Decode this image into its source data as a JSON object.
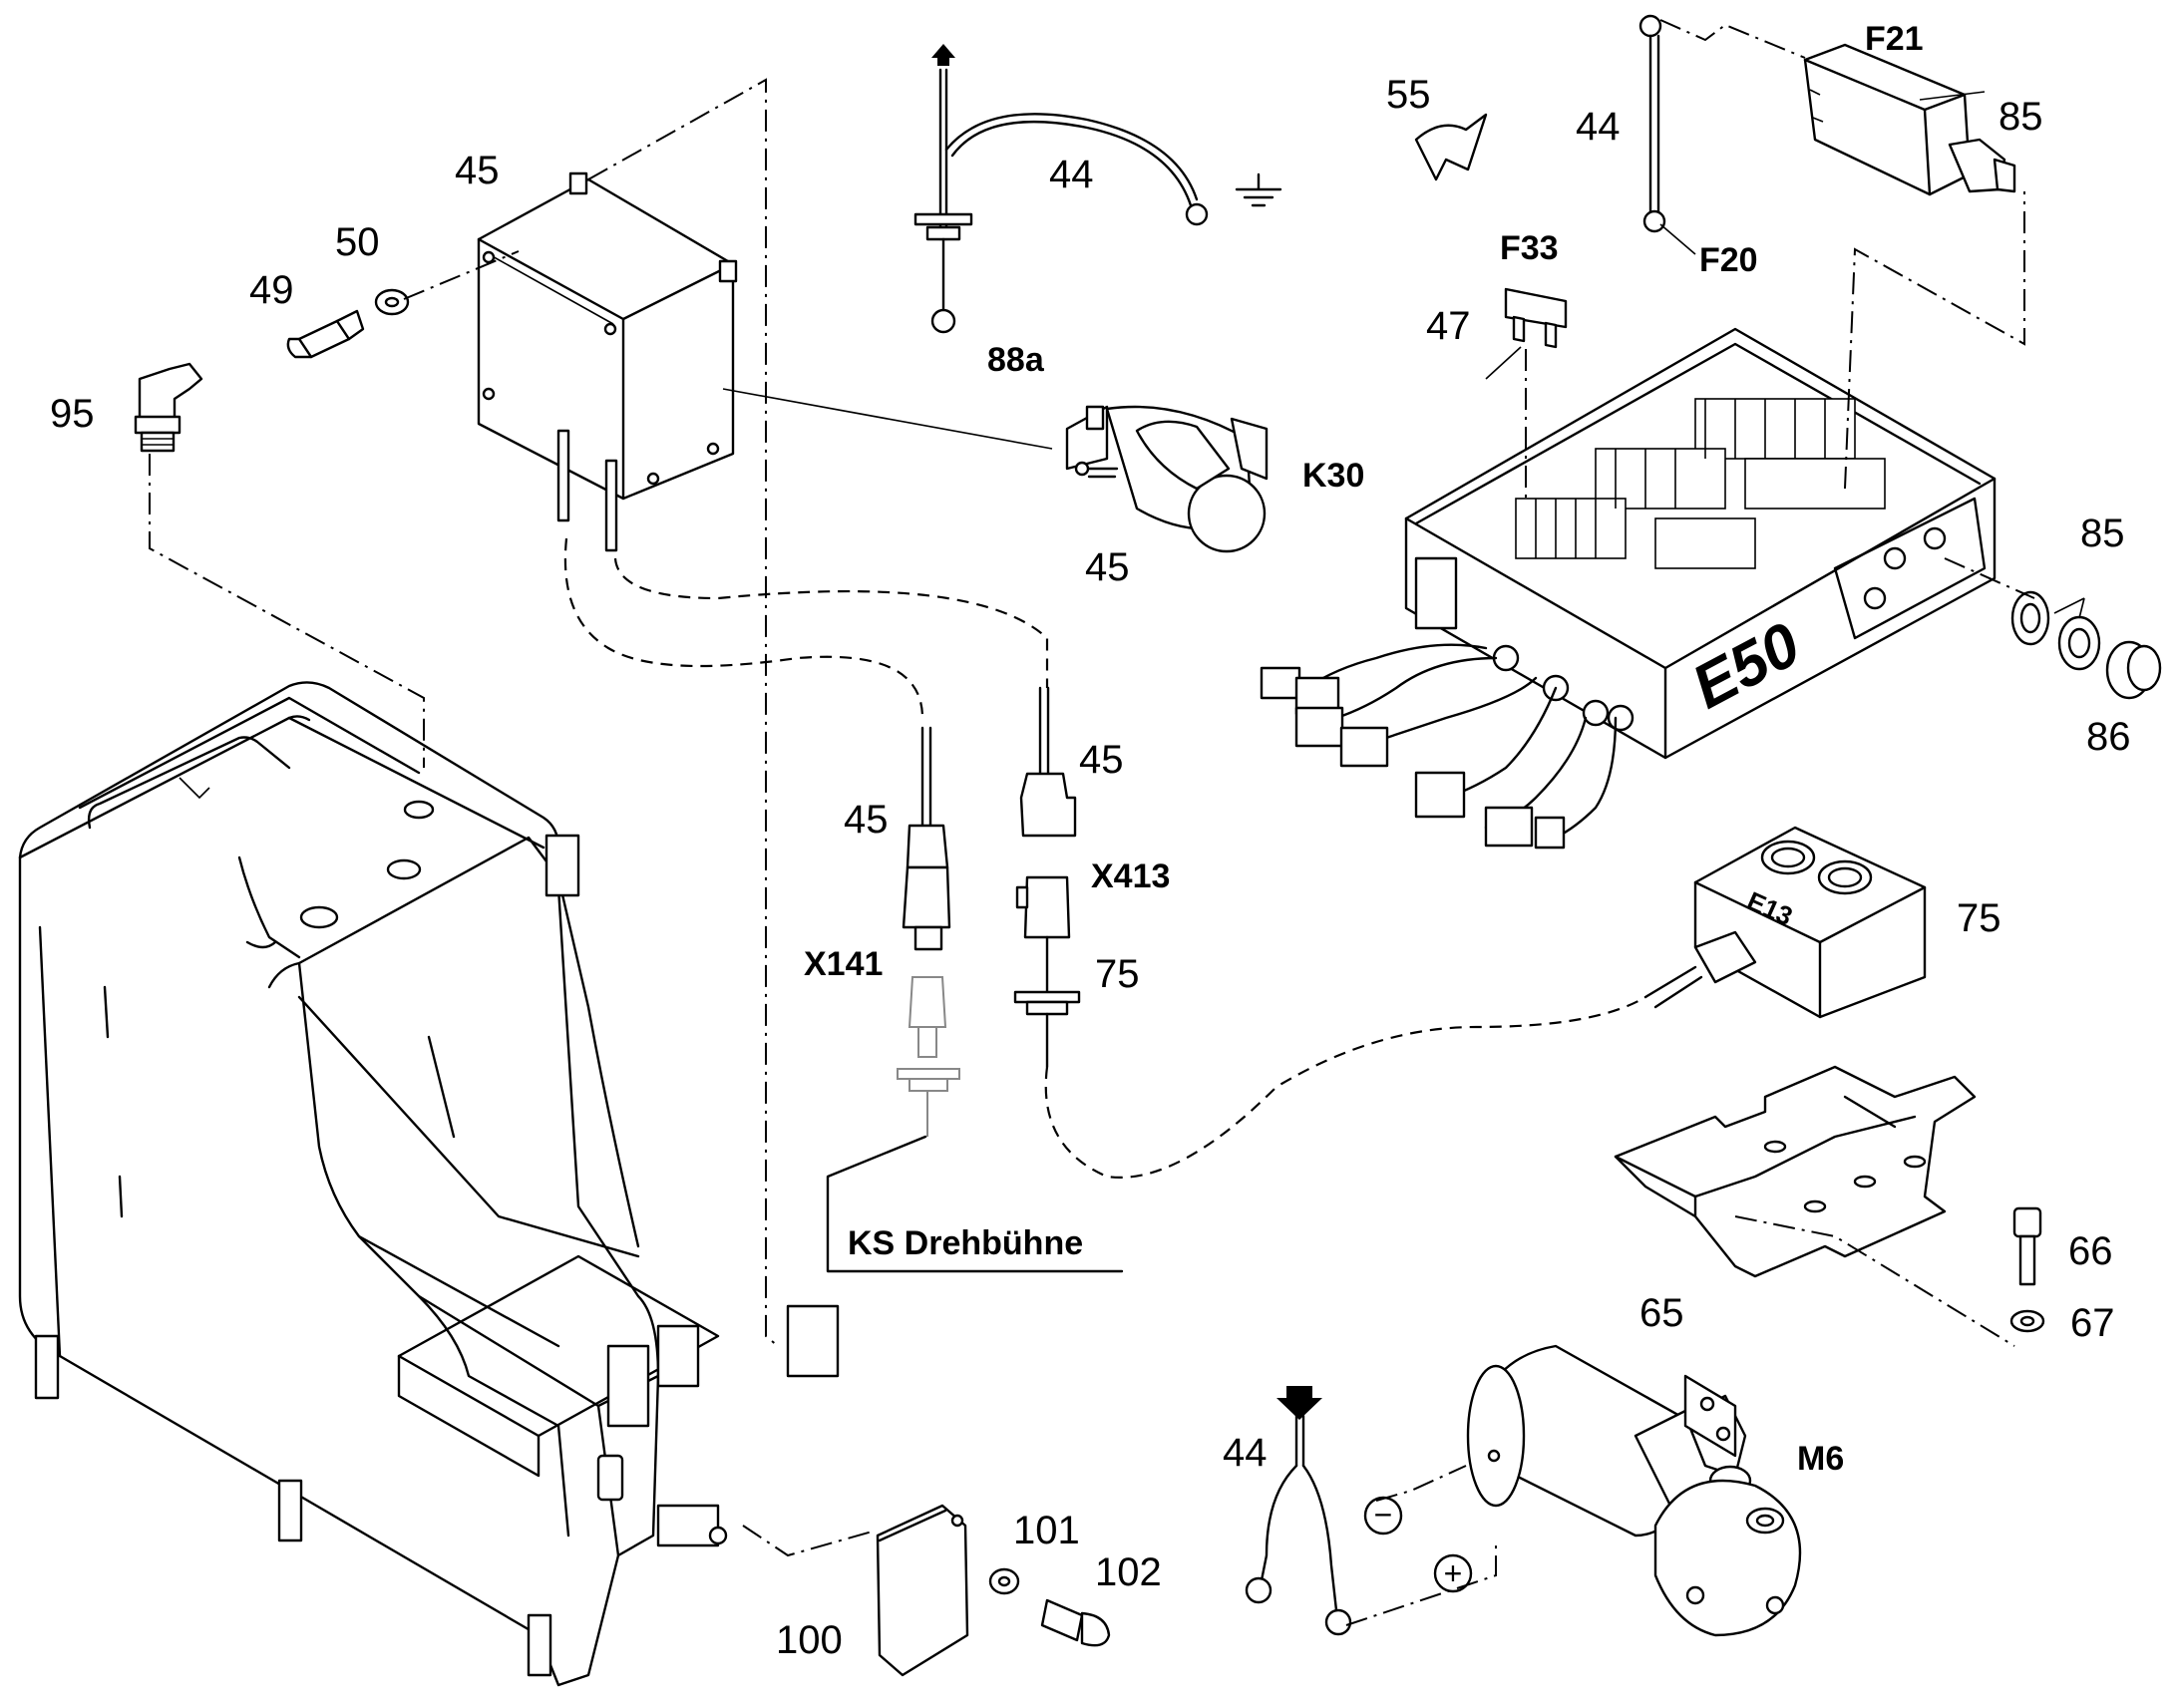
{
  "labels": {
    "l45_box": "45",
    "l50": "50",
    "l49": "49",
    "l95": "95",
    "l44_top": "44",
    "l88a": "88a",
    "lK30": "K30",
    "l45_relay": "45",
    "l55": "55",
    "l44_fuse": "44",
    "lF21": "F21",
    "l85_top": "85",
    "lF20": "F20",
    "lF33": "F33",
    "l47": "47",
    "l85_right": "85",
    "l86": "86",
    "lE50": "E50",
    "l45_x413": "45",
    "l45_x141": "45",
    "lX413": "X413",
    "lX141": "X141",
    "l75_conn": "75",
    "lE13": "E13",
    "l75_e13": "75",
    "lKS": "KS Drehbühne",
    "l66": "66",
    "l65": "65",
    "l67": "67",
    "l44_bottom": "44",
    "lM6": "M6",
    "l101": "101",
    "l102": "102",
    "l100": "100",
    "minus_sign": "−",
    "plus_sign": "+"
  }
}
